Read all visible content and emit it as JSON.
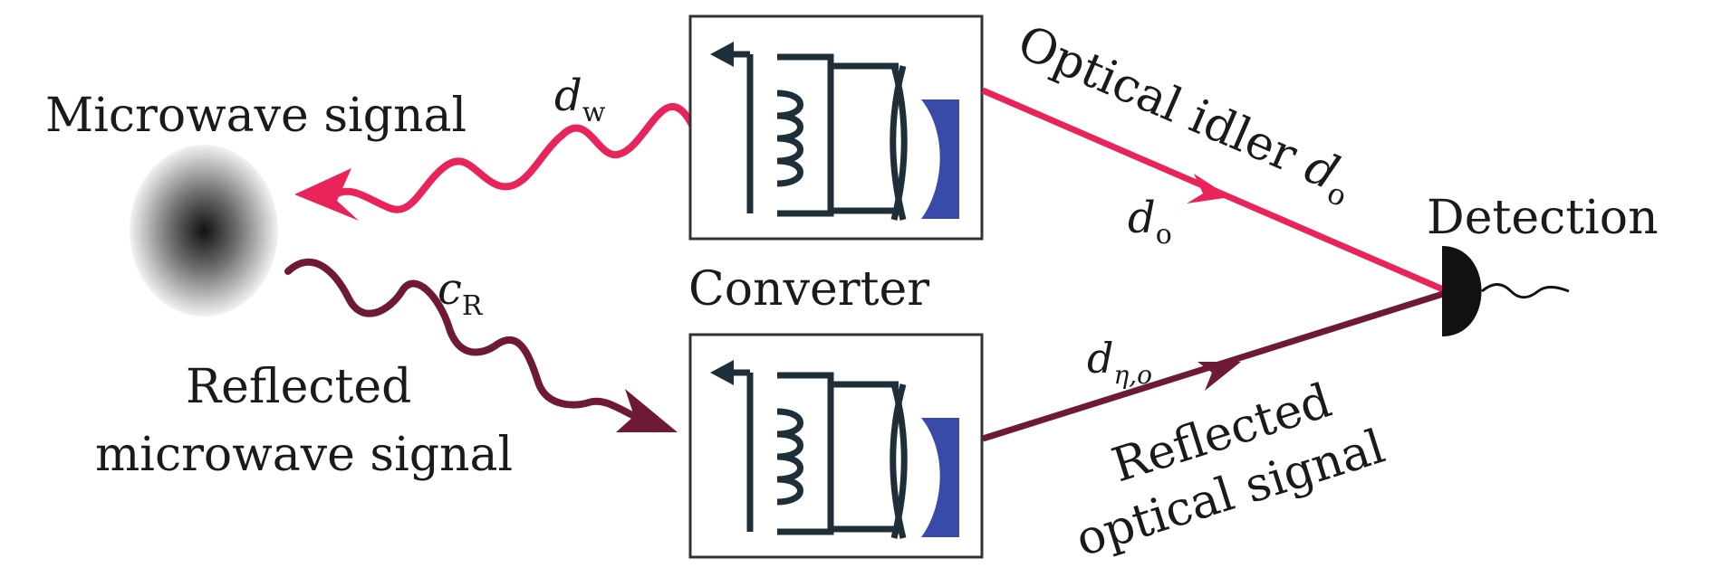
{
  "labels": {
    "microwave_signal": "Microwave signal",
    "converter": "Converter",
    "reflected_microwave_line1": "Reflected",
    "reflected_microwave_line2": "microwave signal",
    "optical_idler": "Optical idler",
    "detection": "Detection",
    "reflected_optical_line1": "Reflected",
    "reflected_optical_line2": "optical signal"
  },
  "math": {
    "d_w": {
      "base": "d",
      "sub": "w"
    },
    "c_R": {
      "base": "c",
      "sub": "R"
    },
    "d_o_idler": {
      "base": "d",
      "sub": "o"
    },
    "d_o": {
      "base": "d",
      "sub": "o"
    },
    "d_eta_o": {
      "base": "d",
      "sub": "η,o"
    }
  },
  "colors": {
    "idler": "#e8245a",
    "reflected": "#6e1a36",
    "mirror": "#3a4aa8",
    "circuit": "#1f2f3a",
    "detector": "#111111"
  }
}
